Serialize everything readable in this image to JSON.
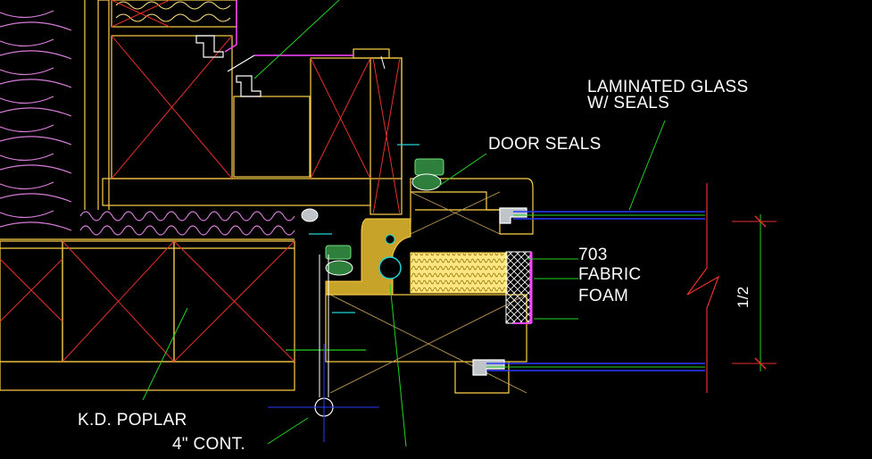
{
  "drawing": {
    "labels": {
      "laminated_glass_line1": "LAMINATED GLASS",
      "laminated_glass_line2": "W/ SEALS",
      "door_seals": "DOOR SEALS",
      "fabric_703": "703",
      "fabric": "FABRIC",
      "foam": "FOAM",
      "kd_poplar": "K.D. POPLAR",
      "cont": "4\" CONT."
    },
    "dimension": {
      "text": "1/2"
    }
  },
  "colors": {
    "background": "#000000",
    "wood_outline": "#ffd24a",
    "wood_cross": "#e8302a",
    "insulation": "#d67cd6",
    "leader": "#22d422",
    "glass": "#2a3bff",
    "seal_fill": "#2f7f3c",
    "metal": "#bfc4c8",
    "foam_fill": "#ffe680",
    "fabric": "#ff44ff",
    "text": "#ffffff"
  }
}
